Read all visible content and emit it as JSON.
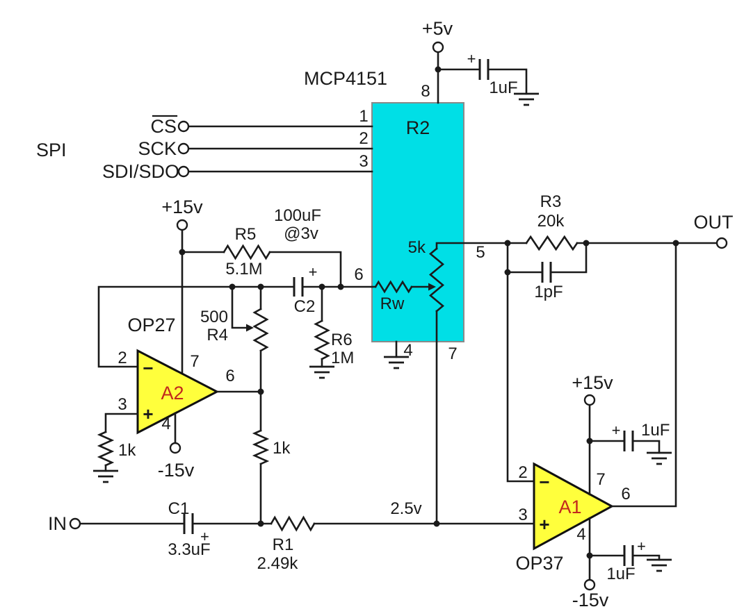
{
  "colors": {
    "background": "#ffffff",
    "wire": "#1a1a1a",
    "chip_fill": "#00dfe6",
    "chip_stroke": "#8a8a8a",
    "opamp_fill": "#ffff3c",
    "ref_designator_red": "#c2271d",
    "text": "#1a1a1a"
  },
  "ports": {
    "in": "IN",
    "out": "OUT",
    "spi_group": "SPI",
    "cs": "CS",
    "sck": "SCK",
    "sdi_sdo": "SDI/SDO"
  },
  "supplies": {
    "p5": "+5v",
    "p15_a2": "+15v",
    "m15_a2": "-15v",
    "p15_a1": "+15v",
    "m15_a1": "-15v"
  },
  "chip": {
    "part": "MCP4151",
    "ref": "R2",
    "value": "5k",
    "wiper": "Rw",
    "pins": {
      "n1": "1",
      "n2": "2",
      "n3": "3",
      "n4": "4",
      "n5": "5",
      "n6": "6",
      "n7": "7",
      "n8": "8"
    }
  },
  "a2": {
    "part": "OP27",
    "ref": "A2",
    "minus": "−",
    "plus": "+",
    "pins": {
      "inv": "2",
      "nin": "3",
      "vp": "7",
      "out": "6",
      "vm": "4"
    }
  },
  "a1": {
    "part": "OP37",
    "ref": "A1",
    "minus": "−",
    "plus": "+",
    "pins": {
      "inv": "2",
      "nin": "3",
      "vp": "7",
      "out": "6",
      "vm": "4"
    }
  },
  "parts": {
    "c_top": {
      "value": "1uF",
      "plus": "+"
    },
    "r5": {
      "ref": "R5",
      "value": "5.1M"
    },
    "c2": {
      "ref": "C2",
      "value": "100uF",
      "note": "@3v",
      "plus": "+"
    },
    "r4": {
      "ref": "R4",
      "value": "500"
    },
    "r6": {
      "ref": "R6",
      "value": "1M"
    },
    "r3": {
      "ref": "R3",
      "value": "20k"
    },
    "c_comp": {
      "value": "1pF"
    },
    "r_a2_gnd": {
      "value": "1k"
    },
    "r_a2_fb": {
      "value": "1k"
    },
    "c1": {
      "ref": "C1",
      "value": "3.3uF",
      "plus": "+"
    },
    "r1": {
      "ref": "R1",
      "value": "2.49k"
    },
    "c_a1_vp": {
      "value": "1uF",
      "plus": "+"
    },
    "c_a1_vm": {
      "value": "1uF",
      "plus": "+"
    },
    "bias": "2.5v"
  }
}
